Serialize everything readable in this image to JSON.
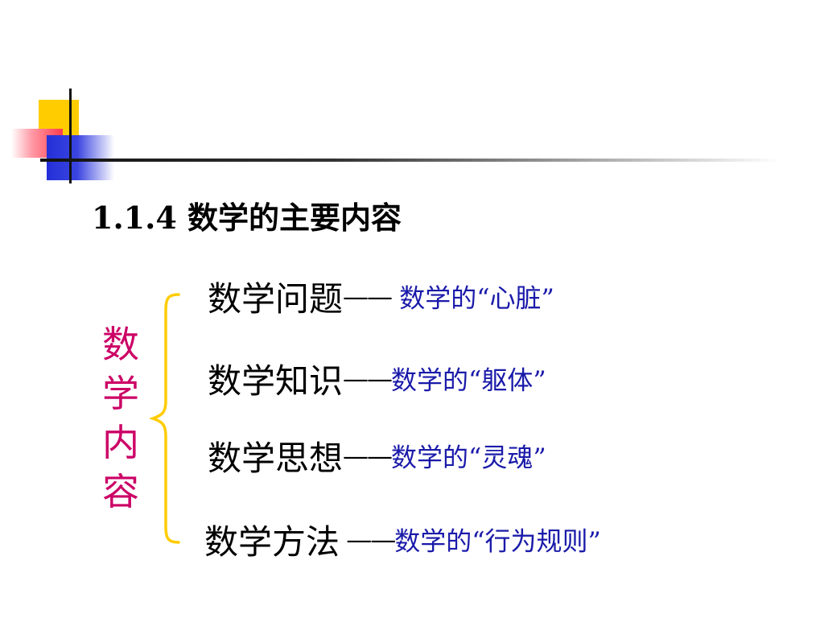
{
  "slide": {
    "title": "1.1.4  数学的主要内容",
    "vertical_label": [
      "数",
      "学",
      "内",
      "容"
    ],
    "rows": [
      {
        "term": "数学问题",
        "dash": "——",
        "desc": " 数学的“心脏”"
      },
      {
        "term": "数学知识",
        "dash": "——",
        "desc": "数学的“躯体”"
      },
      {
        "term": "数学思想",
        "dash": "——",
        "desc": "数学的“灵魂”"
      },
      {
        "term": "数学方法",
        "dash": " ——",
        "desc": "数学的“行为规则”"
      }
    ]
  },
  "colors": {
    "vertical_label": "#cc0066",
    "description": "#1a1aaa",
    "brace": "#ffcc00",
    "deco_yellow": "#ffcc00",
    "deco_red": "#ff3b4d",
    "deco_blue": "#2430d8"
  }
}
